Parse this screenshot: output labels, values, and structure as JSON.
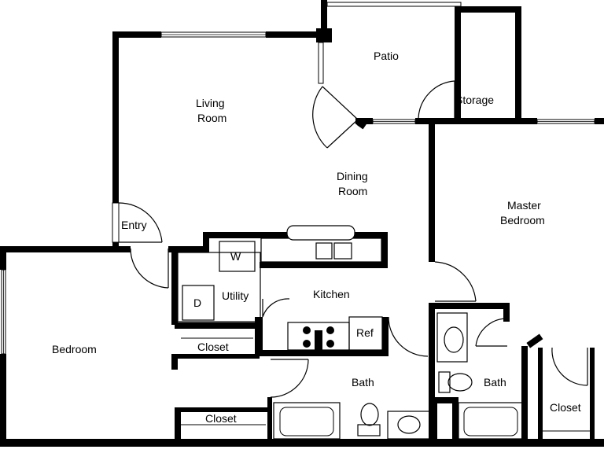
{
  "rooms": {
    "patio": "Patio",
    "storage": "Storage",
    "living_line1": "Living",
    "living_line2": "Room",
    "dining_line1": "Dining",
    "dining_line2": "Room",
    "master_line1": "Master",
    "master_line2": "Bedroom",
    "entry": "Entry",
    "washer": "W",
    "dryer": "D",
    "utility": "Utility",
    "kitchen": "Kitchen",
    "refrigerator": "Ref",
    "bedroom": "Bedroom",
    "closet_upper": "Closet",
    "closet_lower": "Closet",
    "bath_main": "Bath",
    "bath_master": "Bath",
    "closet_master": "Closet"
  }
}
